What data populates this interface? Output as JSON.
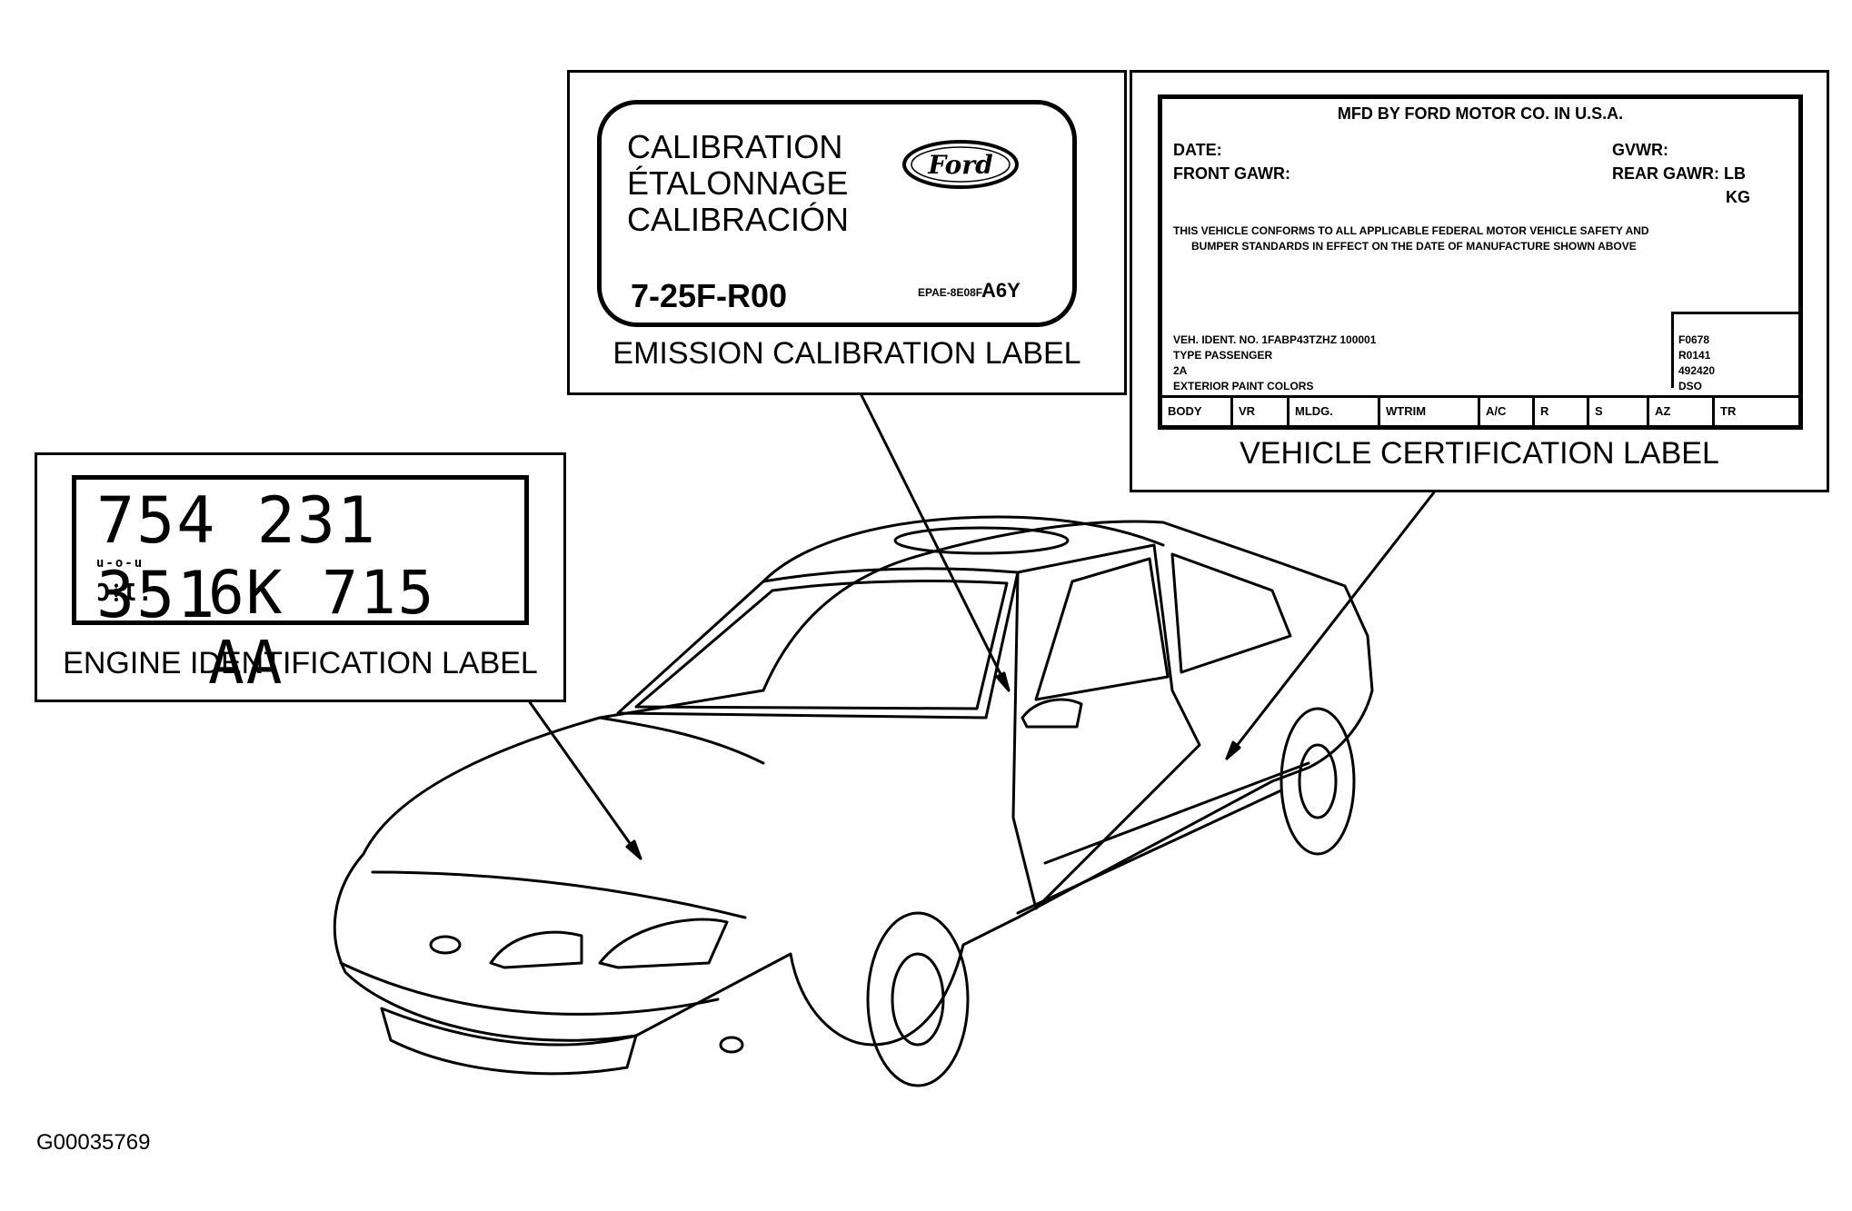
{
  "engine_label": {
    "line1": "754  231  351",
    "small1": "u-o-u",
    "small2": "Ͻ⁞Ɩ.",
    "line2": "6K 715 AA",
    "caption": "ENGINE IDENTIFICATION LABEL"
  },
  "emission_label": {
    "lines": [
      "CALIBRATION",
      "ÉTALONNAGE",
      "CALIBRACIÓN"
    ],
    "logo_text": "Ford",
    "code": "7-25F-R00",
    "epa_code": "EPAE-8E08F",
    "epa_suffix": "A6Y",
    "caption": "EMISSION CALIBRATION LABEL"
  },
  "vehicle_label": {
    "mfd": "MFD BY FORD MOTOR CO. IN U.S.A.",
    "date": "DATE:",
    "front_gawr": "FRONT GAWR:",
    "gvwr": "GVWR:",
    "rear_gawr": "REAR GAWR:  LB",
    "kg": "KG",
    "conform1": "THIS VEHICLE CONFORMS TO ALL APPLICABLE FEDERAL MOTOR VEHICLE SAFETY AND",
    "conform2": "BUMPER STANDARDS IN EFFECT ON THE DATE OF MANUFACTURE SHOWN ABOVE",
    "vin": "VEH. IDENT. NO. 1FABP43TZHZ 100001",
    "type": "TYPE PASSENGER",
    "twoa": "2A",
    "exterior": "EXTERIOR PAINT COLORS",
    "right_codes": [
      "F0678",
      "R0141",
      "492420",
      "DSO"
    ],
    "bottom_cells": [
      "BODY",
      "VR",
      "MLDG.",
      "WTRIM",
      "A/C",
      "R",
      "S",
      "AZ",
      "TR"
    ],
    "caption": "VEHICLE CERTIFICATION LABEL"
  },
  "figure_id": "G00035769"
}
